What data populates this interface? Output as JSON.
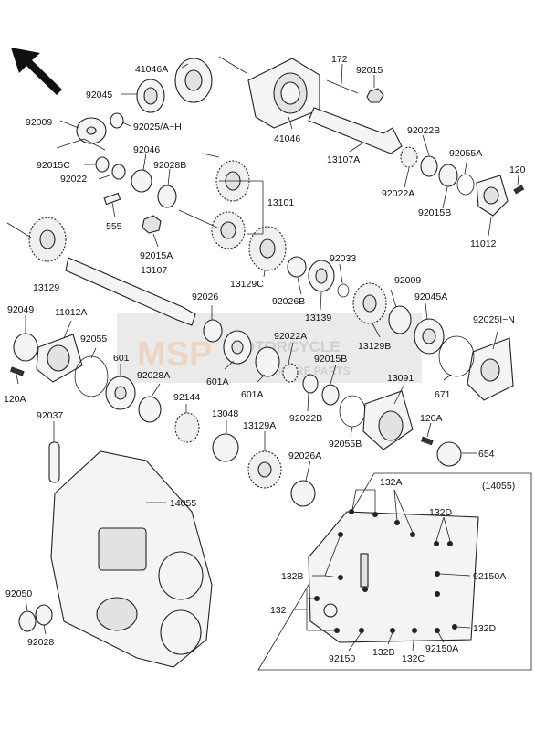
{
  "diagram_code": "(14055)",
  "watermark": {
    "brand": "MSP",
    "line1": "MOTORCYCLE",
    "line2": "SPARE PARTS"
  },
  "labels": {
    "p41046A": "41046A",
    "p92045": "92045",
    "p92009a": "92009",
    "p92025AH": "92025/A~H",
    "p92015C": "92015C",
    "p92022a": "92022",
    "p92046": "92046",
    "p92028B": "92028B",
    "p555": "555",
    "p92015A": "92015A",
    "p13129": "13129",
    "p13107": "13107",
    "p172": "172",
    "p92015": "92015",
    "p41046": "41046",
    "p13107A": "13107A",
    "p92022B": "92022B",
    "p92022A_top": "92022A",
    "p92055A": "92055A",
    "p120": "120",
    "p92015B_top": "92015B",
    "p11012": "11012",
    "p13101": "13101",
    "p13129C": "13129C",
    "p92026B": "92026B",
    "p92033": "92033",
    "p13139": "13139",
    "p92009b": "92009",
    "p92045A": "92045A",
    "p13129B": "13129B",
    "p92025IN": "92025I~N",
    "p92049": "92049",
    "p11012A": "11012A",
    "p92055": "92055",
    "p601": "601",
    "p92026": "92026",
    "p92028A": "92028A",
    "p601A_1": "601A",
    "p92022A_mid": "92022A",
    "p601A_2": "601A",
    "p92015B_mid": "92015B",
    "p120A": "120A",
    "p92144": "92144",
    "p92022B_mid": "92022B",
    "p13091": "13091",
    "p671": "671",
    "p92037": "92037",
    "p13048": "13048",
    "p92055B": "92055B",
    "p120A_r": "120A",
    "p654": "654",
    "p13129A": "13129A",
    "p92026A": "92026A",
    "p14055": "14055",
    "p92050": "92050",
    "p92028": "92028",
    "p132A": "132A",
    "p132D_top": "132D",
    "p132B_left": "132B",
    "p92150A_right": "92150A",
    "p132": "132",
    "p132D_right": "132D",
    "p92150": "92150",
    "p132B_bot": "132B",
    "p132C": "132C",
    "p92150A_bot": "92150A"
  }
}
